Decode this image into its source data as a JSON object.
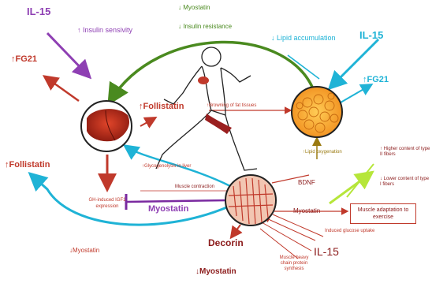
{
  "labels": {
    "il15_topleft": "IL-15",
    "insulin_sensivity": "Insulin sensivity",
    "myostatin_top": "Myostatin",
    "insulin_resistance": "Insulin resistance",
    "lipid_accumulation": "Lipid accumulation",
    "il15_topright": "IL-15",
    "fgf21_left": "FG21",
    "fgf21_right": "FG21",
    "follistatin_center": "Follistatin",
    "browning": "Browning of fat tissues",
    "lipid_oxygenation": "Lipid oxygenation",
    "glycogenolysis": "Glycogenolysis in liver",
    "muscle_contraction": "Muscle contraction",
    "bdnf": "BDNF",
    "follistatin_left": "Follistatin",
    "gh_igf1": "GH-induced IGF1 expression",
    "myostatin_center": "Myostatin",
    "myostatin_right": "Myostatin",
    "adaptation": "Muscle adaptation to exercise",
    "higher_content": "Higher content of type II fibers",
    "lower_content": "Lower content of type I fibers",
    "myostatin_bottomleft": "Myostatin",
    "decorin": "Decorin",
    "myostatin_bottom": "Myostatin",
    "il15_bottom": "IL-15",
    "protein_uptake": "Induced glucose uptake",
    "protein_synthesis": "Muscle heavy chain protein synthesis"
  },
  "arrows": {
    "up": "↑",
    "down": "↓"
  },
  "icons": {
    "liver": "liver-illustration",
    "fat": "adipose-tissue-illustration",
    "muscle": "muscle-fiber-illustration",
    "runner": "running-person-outline"
  },
  "colors": {
    "purple": "#8e3fb3",
    "red": "#c0392b",
    "green": "#4a8a1f",
    "blue": "#1fb3d6",
    "olive": "#9a7a10",
    "lime": "#b6e63a"
  }
}
